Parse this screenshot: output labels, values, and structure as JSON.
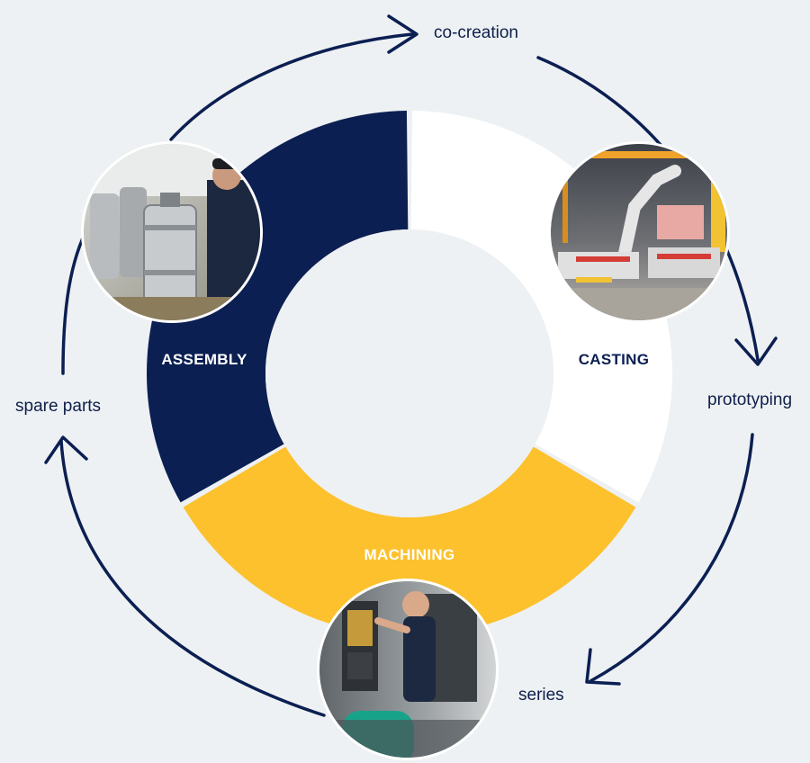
{
  "segments": [
    {
      "label": "ASSEMBLY",
      "color": "#0b1f52",
      "text_color": "#ffffff"
    },
    {
      "label": "CASTING",
      "color": "#ffffff",
      "text_color": "#0b1f52"
    },
    {
      "label": "MACHINING",
      "color": "#fcc12d",
      "text_color": "#ffffff"
    }
  ],
  "steps": {
    "co_creation": "co-creation",
    "prototyping": "prototyping",
    "series": "series",
    "spare_parts": "spare parts"
  },
  "photos": [
    {
      "icon": "assembly-photo",
      "subject": "worker assembling steel vessels"
    },
    {
      "icon": "casting-photo",
      "subject": "robotic casting cell"
    },
    {
      "icon": "machining-photo",
      "subject": "operator at CNC machine"
    }
  ],
  "colors": {
    "background": "#eef1f3",
    "arrow": "#0b1f52"
  }
}
